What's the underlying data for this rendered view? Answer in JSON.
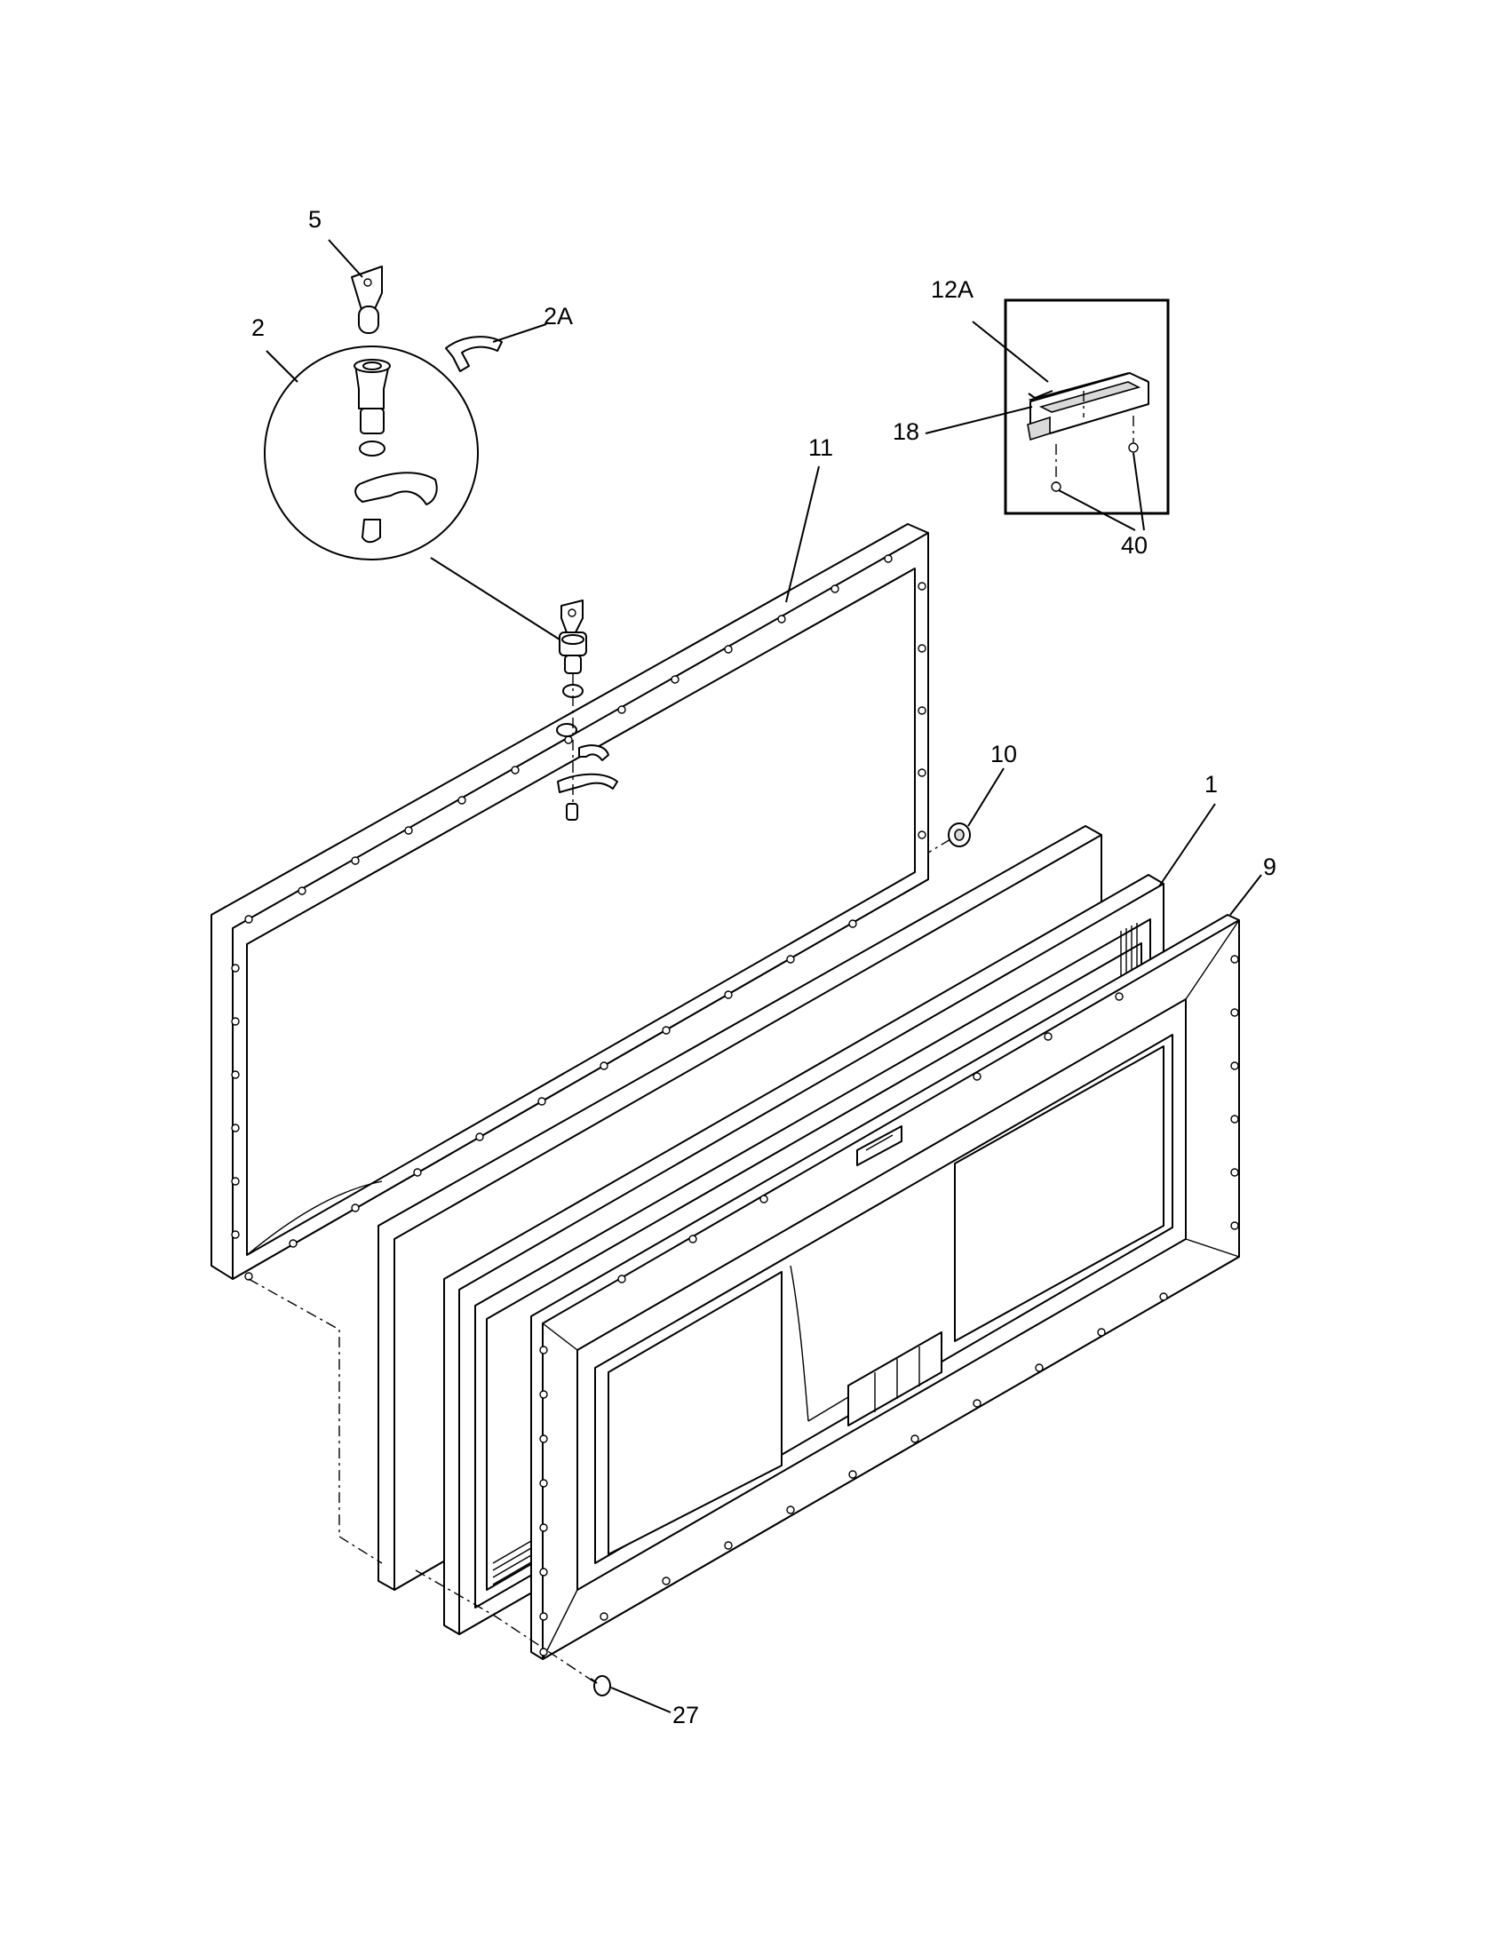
{
  "callouts": {
    "c5": "5",
    "c2": "2",
    "c2a": "2A",
    "c11": "11",
    "c12a": "12A",
    "c18": "18",
    "c40": "40",
    "c10": "10",
    "c1": "1",
    "c9": "9",
    "c27": "27"
  }
}
